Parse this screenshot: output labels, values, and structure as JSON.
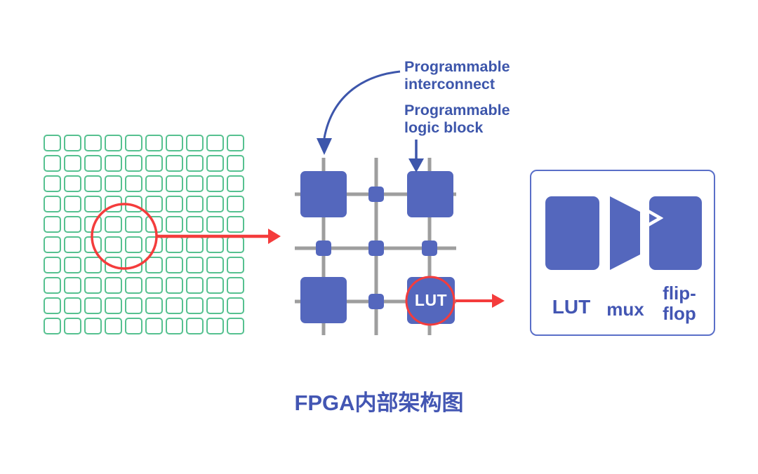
{
  "title": "FPGA内部架构图",
  "colors": {
    "block-blue": "#5467bd",
    "text-blue": "#3d56ab",
    "title-blue": "#4356b3",
    "wire-gray": "#9e9e9e",
    "cell-green": "#56c190",
    "accent-red": "#f43c3c",
    "panel-border": "#5a6fc8"
  },
  "chip_grid": {
    "rows": 10,
    "cols": 10
  },
  "callouts": {
    "interconnect": {
      "line1": "Programmable",
      "line2": "interconnect"
    },
    "logic_block": {
      "line1": "Programmable",
      "line2": "logic block"
    }
  },
  "lut_block_label": "LUT",
  "detail_panel": {
    "lut_label": "LUT",
    "mux_label": "mux",
    "flipflop": {
      "line1": "flip-",
      "line2": "flop"
    }
  }
}
